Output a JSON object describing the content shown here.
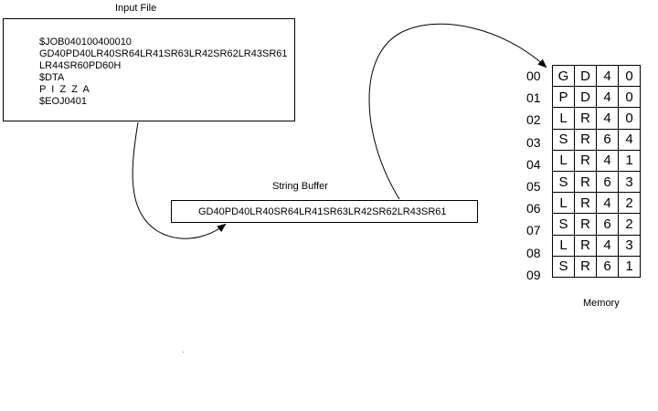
{
  "input_file": {
    "label": "Input File",
    "lines": [
      "$JOB040100400010",
      "GD40PD40LR40SR64LR41SR63LR42SR62LR43SR61",
      "LR44SR60PD60H",
      "$DTA",
      "P  I  Z  Z  A",
      "$EOJ0401"
    ]
  },
  "string_buffer": {
    "label": "String Buffer",
    "content": "GD40PD40LR40SR64LR41SR63LR42SR62LR43SR61"
  },
  "memory": {
    "label": "Memory",
    "rows": [
      {
        "address": "00",
        "cells": [
          "G",
          "D",
          "4",
          "0"
        ]
      },
      {
        "address": "01",
        "cells": [
          "P",
          "D",
          "4",
          "0"
        ]
      },
      {
        "address": "02",
        "cells": [
          "L",
          "R",
          "4",
          "0"
        ]
      },
      {
        "address": "03",
        "cells": [
          "S",
          "R",
          "6",
          "4"
        ]
      },
      {
        "address": "04",
        "cells": [
          "L",
          "R",
          "4",
          "1"
        ]
      },
      {
        "address": "05",
        "cells": [
          "S",
          "R",
          "6",
          "3"
        ]
      },
      {
        "address": "06",
        "cells": [
          "L",
          "R",
          "4",
          "2"
        ]
      },
      {
        "address": "07",
        "cells": [
          "S",
          "R",
          "6",
          "2"
        ]
      },
      {
        "address": "08",
        "cells": [
          "L",
          "R",
          "4",
          "3"
        ]
      },
      {
        "address": "09",
        "cells": [
          "S",
          "R",
          "6",
          "1"
        ]
      }
    ]
  }
}
